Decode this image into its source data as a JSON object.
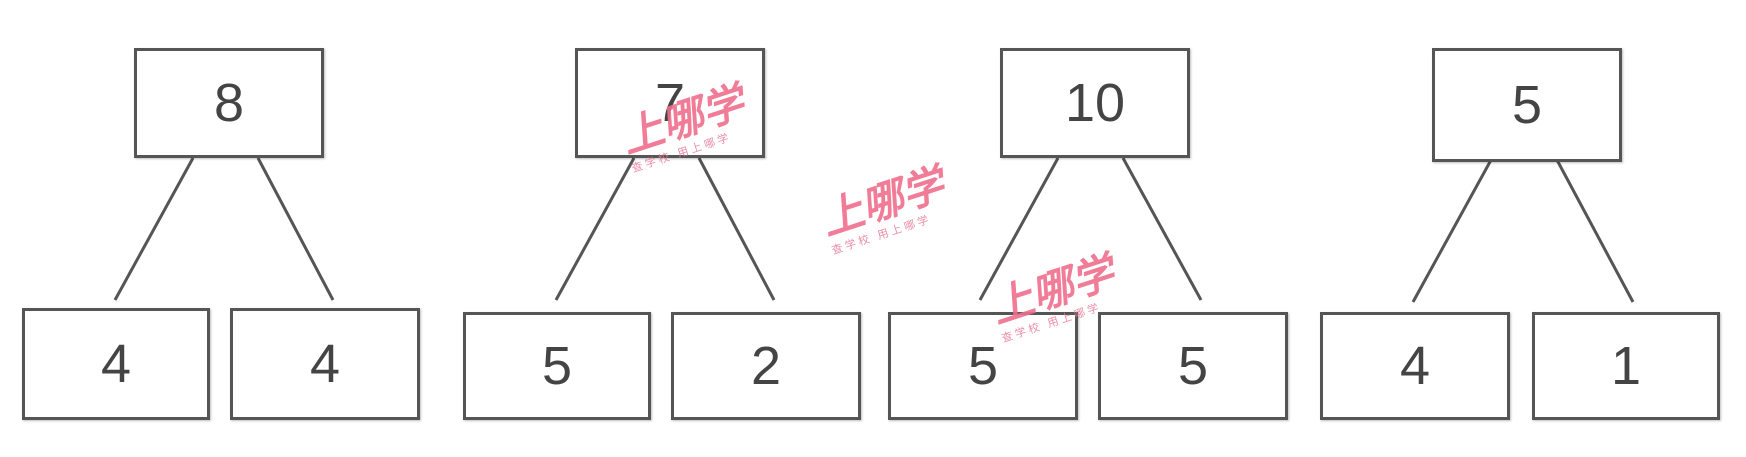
{
  "trees": [
    {
      "root": "8",
      "left": "4",
      "right": "4"
    },
    {
      "root": "7",
      "left": "5",
      "right": "2"
    },
    {
      "root": "10",
      "left": "5",
      "right": "5"
    },
    {
      "root": "5",
      "left": "4",
      "right": "1"
    }
  ],
  "watermark": {
    "brand": "上哪学",
    "slogan": "查学校 用上哪学"
  }
}
